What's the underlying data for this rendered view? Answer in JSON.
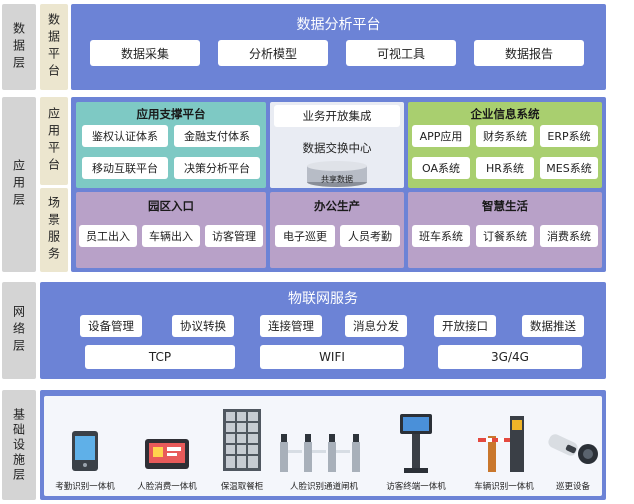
{
  "data_layer": {
    "side_label": "数据层",
    "sub_label": "数据平台",
    "title": "数据分析平台",
    "items": [
      "数据采集",
      "分析模型",
      "可视工具",
      "数据报告"
    ]
  },
  "app_layer": {
    "side_label": "应用层",
    "sub_label_top": "应用平台",
    "sub_label_bottom": "场景服务",
    "support": {
      "title": "应用支撑平台",
      "items": [
        "鉴权认证体系",
        "金融支付体系",
        "移动互联平台",
        "决策分析平台"
      ]
    },
    "middle": {
      "open_label": "业务开放集成",
      "exchange_label": "数据交换中心",
      "db_label": "共享数据"
    },
    "enterprise": {
      "title": "企业信息系统",
      "items": [
        "APP应用",
        "财务系统",
        "ERP系统",
        "OA系统",
        "HR系统",
        "MES系统"
      ]
    },
    "park": {
      "title": "园区入口",
      "items": [
        "员工出入",
        "车辆出入",
        "访客管理"
      ]
    },
    "office": {
      "title": "办公生产",
      "items": [
        "电子巡更",
        "人员考勤"
      ]
    },
    "smart": {
      "title": "智慧生活",
      "items": [
        "班车系统",
        "订餐系统",
        "消费系统"
      ]
    }
  },
  "network_layer": {
    "side_label": "网络层",
    "title": "物联网服务",
    "services": [
      "设备管理",
      "协议转换",
      "连接管理",
      "消息分发",
      "开放接口",
      "数据推送"
    ],
    "protocols": [
      "TCP",
      "WIFI",
      "3G/4G"
    ]
  },
  "infra_layer": {
    "side_label": "基础设施层",
    "devices": [
      "考勤识别一体机",
      "人脸消费一体机",
      "保温取餐柜",
      "人脸识别通道闸机",
      "访客终端一体机",
      "车辆识别一体机",
      "巡更设备"
    ]
  },
  "colors": {
    "band": "#6c83d6",
    "teal": "#7ec9c4",
    "green": "#a9cf6f",
    "purple": "#b8a1c8",
    "side": "#d4d4d4",
    "sub": "#ece6cf"
  }
}
